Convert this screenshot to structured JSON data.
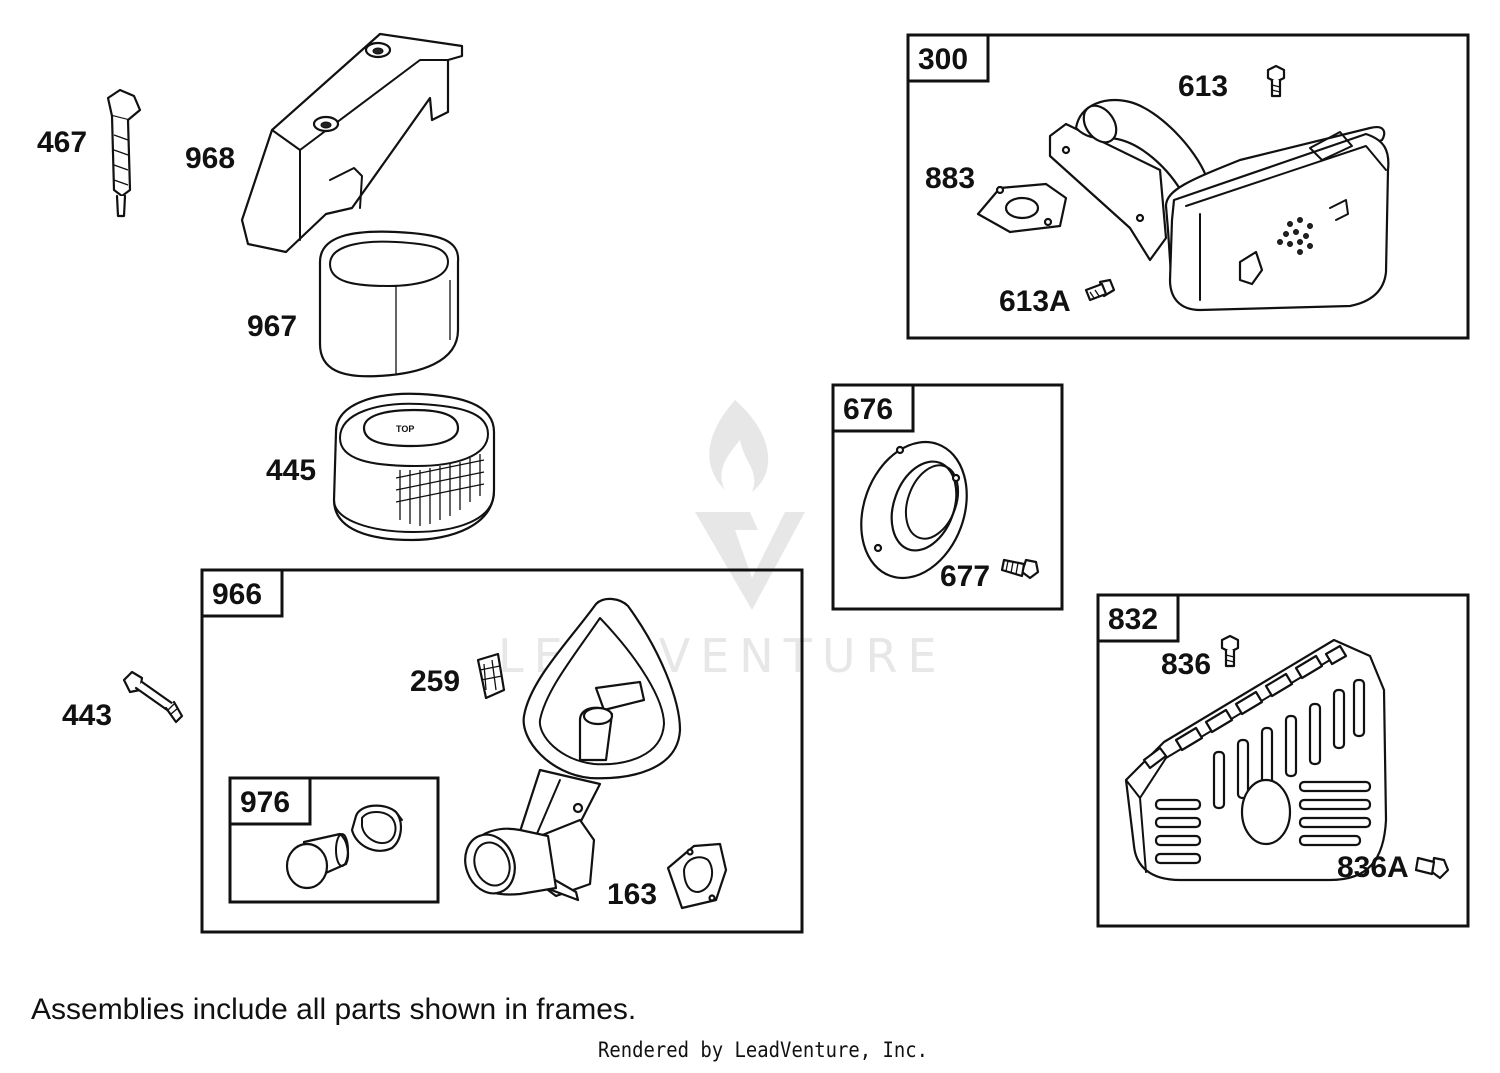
{
  "diagram": {
    "labels": {
      "p467": "467",
      "p968": "968",
      "p967": "967",
      "p445": "445",
      "p443": "443",
      "p259": "259",
      "p163": "163",
      "p613": "613",
      "p883": "883",
      "p613a": "613A",
      "p677": "677",
      "p836": "836",
      "p836a": "836A"
    },
    "frames": {
      "f300": "300",
      "f676": "676",
      "f966": "966",
      "f976": "976",
      "f832": "832"
    },
    "filter_mark": "TOP",
    "watermark": "LEADVENTURE"
  },
  "footer": {
    "note": "Assemblies include all parts shown in frames.",
    "credit": "Rendered by LeadVenture, Inc."
  }
}
